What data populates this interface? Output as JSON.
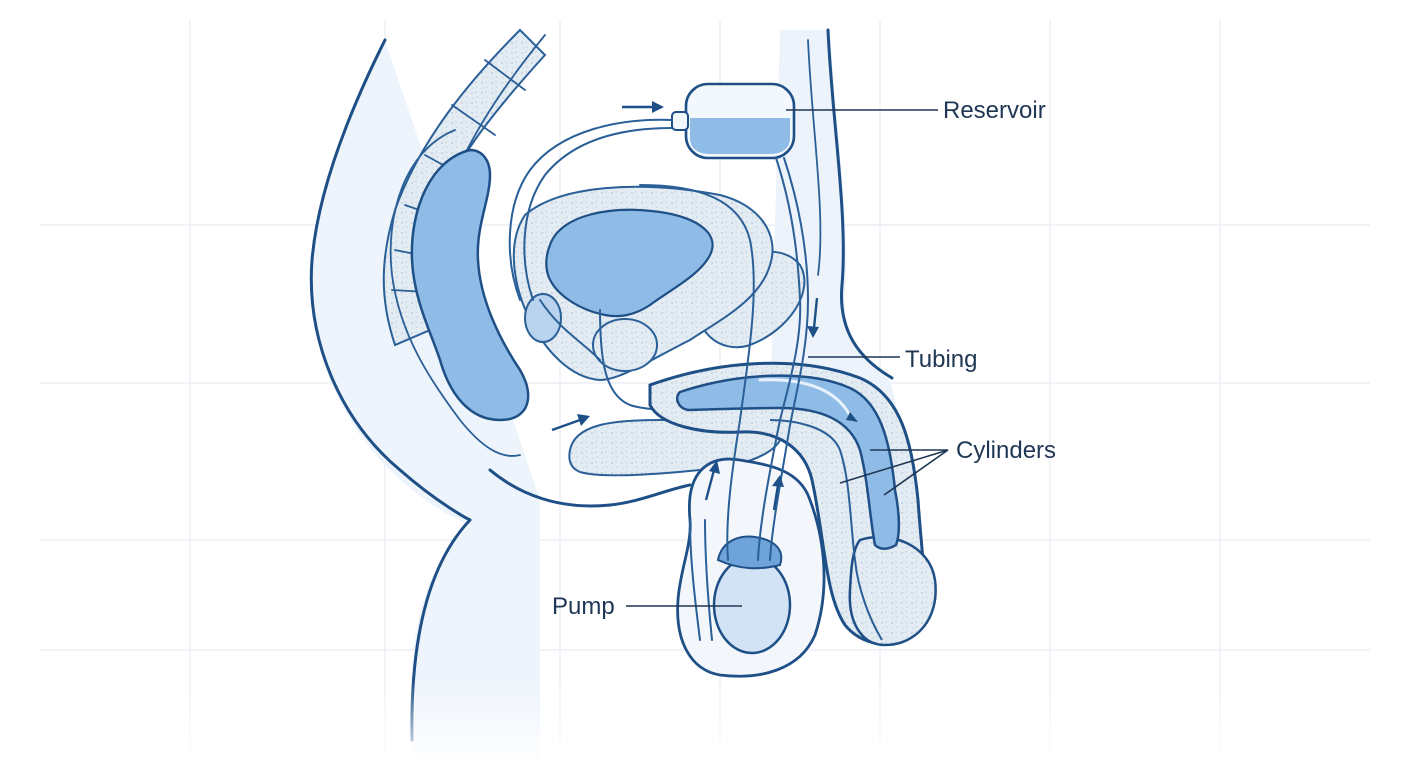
{
  "labels": {
    "reservoir": "Reservoir",
    "tubing": "Tubing",
    "cylinders": "Cylinders",
    "pump": "Pump"
  },
  "colors": {
    "outline": "#1e4f86",
    "fill_light": "#e7f0fa",
    "fill_mid": "#a9c9ea",
    "fill_fluid": "#7fb1e0",
    "tissue": "#dbe5ef",
    "text": "#1f3654",
    "grid": "#e6edf4"
  }
}
